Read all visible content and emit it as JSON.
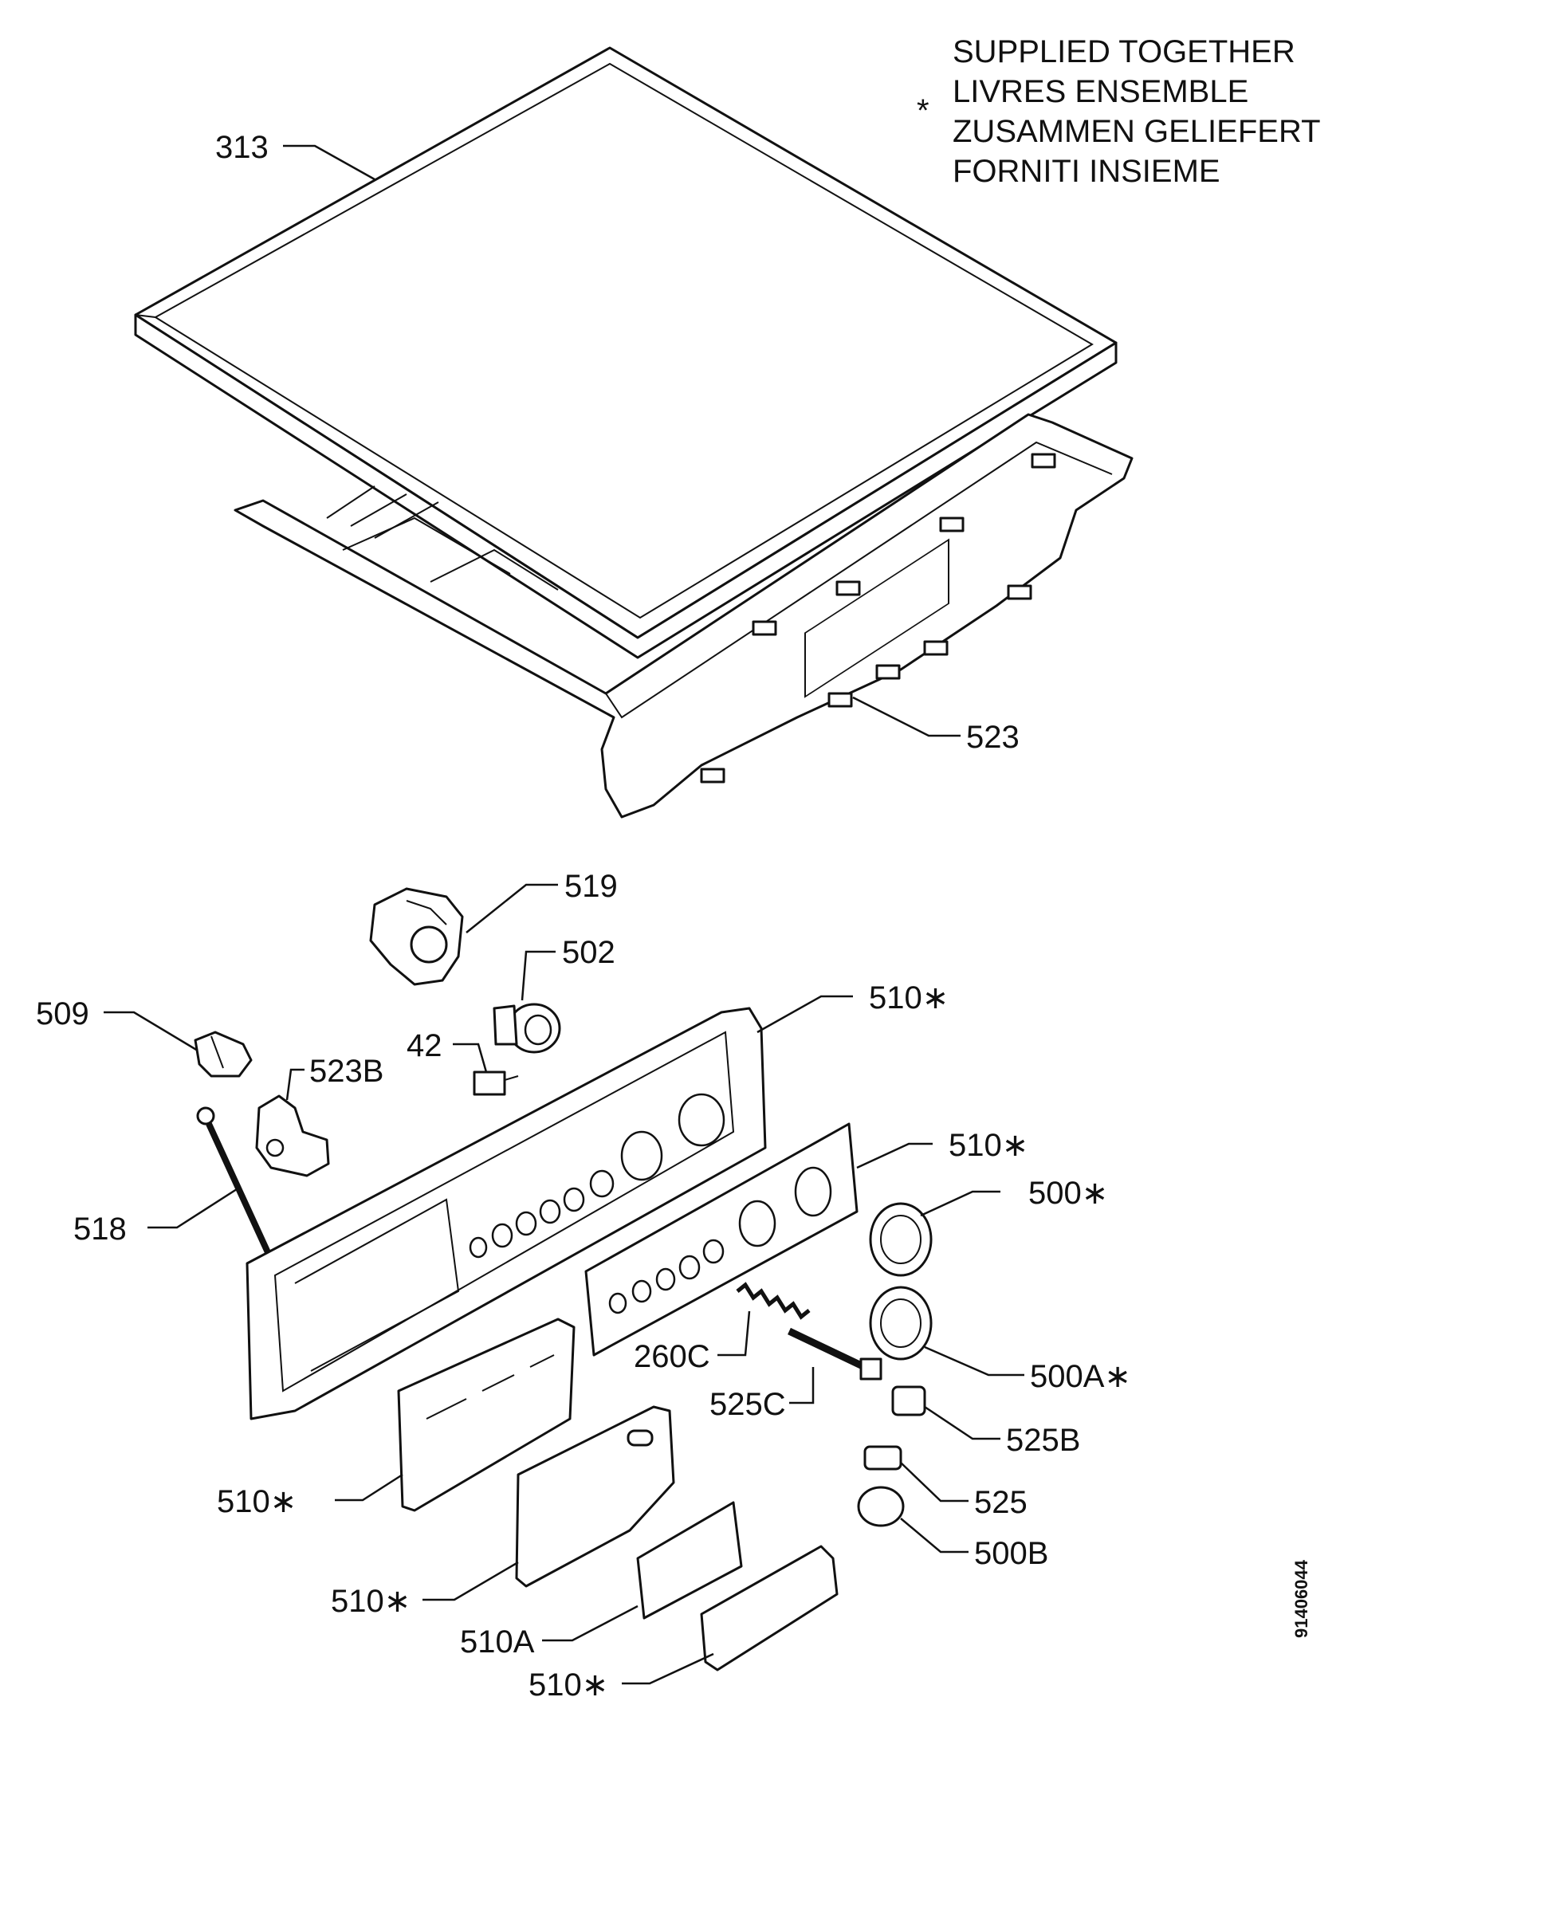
{
  "legend": {
    "symbol": "*",
    "lines": [
      "SUPPLIED TOGETHER",
      "LIVRES ENSEMBLE",
      "ZUSAMMEN GELIEFERT",
      "FORNITI INSIEME"
    ]
  },
  "callouts": {
    "c313": "313",
    "c523": "523",
    "c519": "519",
    "c502": "502",
    "c509": "509",
    "c42": "42",
    "c523b": "523B",
    "c510_panel": "510∗",
    "c510_plate": "510∗",
    "c500": "500∗",
    "c518": "518",
    "c260c": "260C",
    "c500a": "500A∗",
    "c525c": "525C",
    "c525b": "525B",
    "c525": "525",
    "c500b": "500B",
    "c510_drawer": "510∗",
    "c510_flap": "510∗",
    "c510a": "510A",
    "c510_handle": "510∗"
  },
  "reference_number": "91406044"
}
